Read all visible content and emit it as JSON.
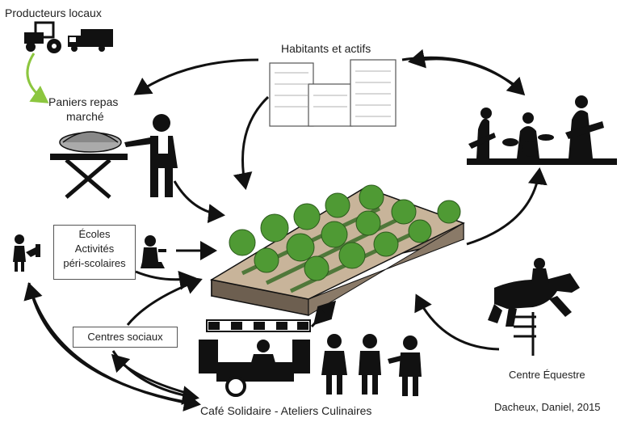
{
  "labels": {
    "producteurs": "Producteurs locaux",
    "habitants": "Habitants  et actifs",
    "paniers_line1": "Paniers repas",
    "paniers_line2": "marché",
    "ecoles_line1": "Écoles",
    "ecoles_line2": "Activités",
    "ecoles_line3": "péri-scolaires",
    "centres_sociaux": "Centres sociaux",
    "centre_equestre": "Centre Équestre",
    "cafe": "Café Solidaire - Ateliers Culinaires",
    "credit": "Dacheux, Daniel, 2015"
  },
  "icons": [
    "tractor-icon",
    "truck-icon",
    "apartment-buildings-icon",
    "concert-band-icon",
    "market-stall-icon",
    "vendor-person-icon",
    "child-gardening-icon",
    "child-kneeling-icon",
    "urban-farm-plot-icon",
    "food-truck-icon",
    "people-group-icon",
    "horse-jumper-icon"
  ],
  "colors": {
    "arrow": "#111111",
    "green_arrow": "#8cc63f",
    "tree_green": "#4f9a34",
    "soil": "#c8b49a",
    "silhouette": "#111111"
  }
}
